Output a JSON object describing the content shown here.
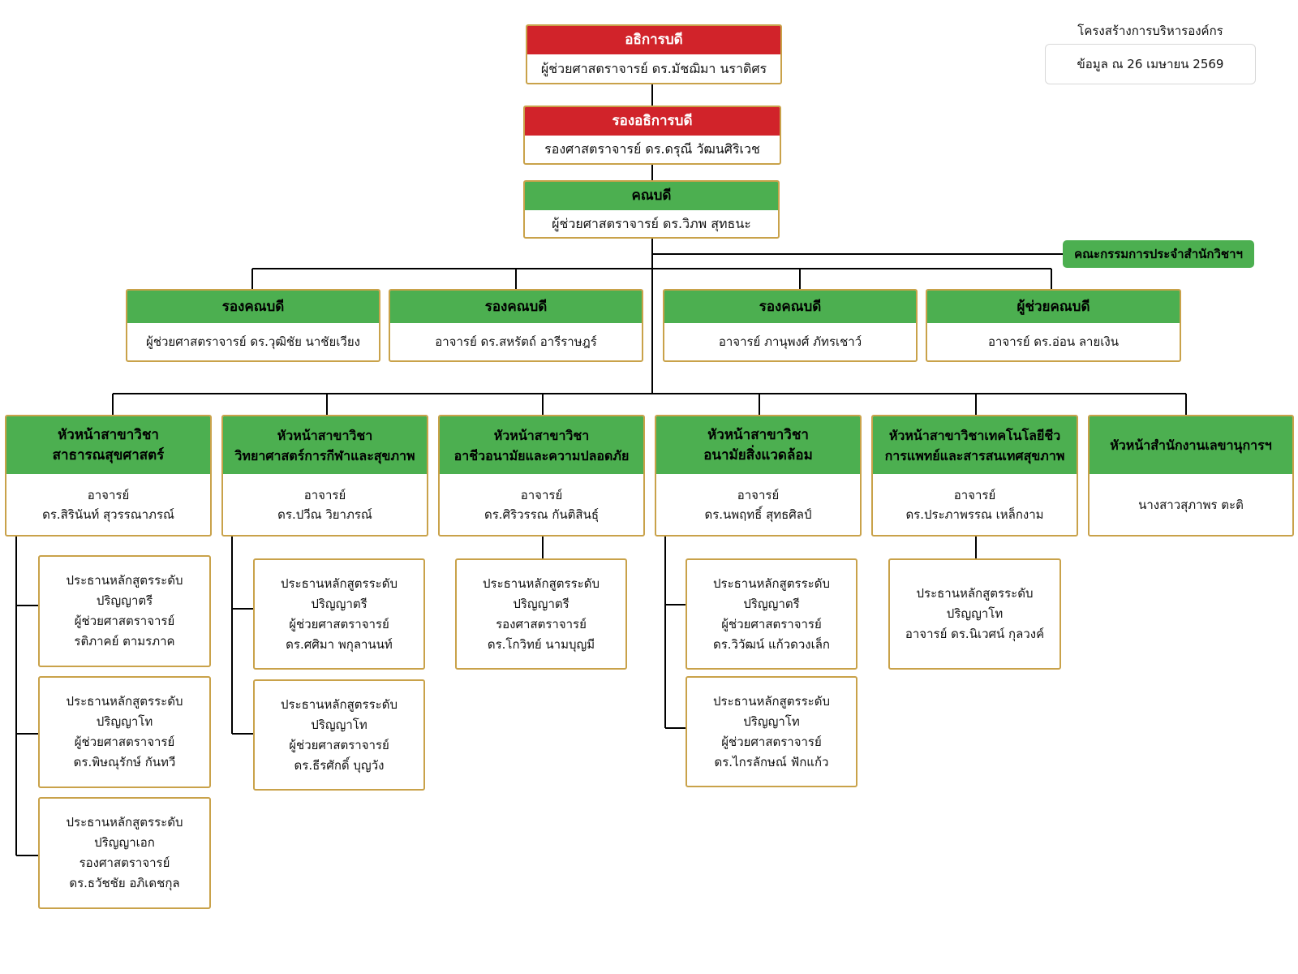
{
  "info": {
    "title": "โครงสร้างการบริหารองค์กร",
    "date": "ข้อมูล ณ 26 เมษายน 2569"
  },
  "top": [
    {
      "title": "อธิการบดี",
      "name": "ผู้ช่วยศาสตราจารย์ ดร.มัชฌิมา นราดิศร",
      "color": "#d1232a"
    },
    {
      "title": "รองอธิการบดี",
      "name": "รองศาสตราจารย์ ดร.ดรุณี วัฒนศิริเวช",
      "color": "#d1232a"
    },
    {
      "title": "คณบดี",
      "name": "ผู้ช่วยศาสตราจารย์ ดร.วิภพ สุทธนะ",
      "color": "#4caf50"
    }
  ],
  "committee": "คณะกรรมการประจำสำนักวิชาฯ",
  "deputies": [
    {
      "title": "รองคณบดี",
      "name": "ผู้ช่วยศาสตราจารย์ ดร.วุฒิชัย นาชัยเวียง"
    },
    {
      "title": "รองคณบดี",
      "name": "อาจารย์ ดร.สหรัตถ์ อารีราษฎร์"
    },
    {
      "title": "รองคณบดี",
      "name": "อาจารย์ ภานุพงศ์ ภัทรเชาว์"
    },
    {
      "title": "ผู้ช่วยคณบดี",
      "name": "อาจารย์ ดร.อ่อน ลายเงิน"
    }
  ],
  "heads": [
    {
      "title1": "หัวหน้าสาขาวิชา",
      "title2": "สาธารณสุขศาสตร์",
      "name1": "อาจารย์",
      "name2": "ดร.สิรินันท์ สุวรรณาภรณ์"
    },
    {
      "title1": "หัวหน้าสาขาวิชา",
      "title2": "วิทยาศาสตร์การกีฬาและสุขภาพ",
      "name1": "อาจารย์",
      "name2": "ดร.ปวีณ วิยาภรณ์"
    },
    {
      "title1": "หัวหน้าสาขาวิชา",
      "title2": "อาชีวอนามัยและความปลอดภัย",
      "name1": "อาจารย์",
      "name2": "ดร.ศิริวรรณ กันติสินธุ์"
    },
    {
      "title1": "หัวหน้าสาขาวิชา",
      "title2": "อนามัยสิ่งแวดล้อม",
      "name1": "อาจารย์",
      "name2": "ดร.นพฤทธิ์ สุทธศิลป์"
    },
    {
      "title1": "หัวหน้าสาขาวิชาเทคโนโลยีชีว",
      "title2": "การแพทย์และสารสนเทศสุขภาพ",
      "name1": "อาจารย์",
      "name2": "ดร.ประภาพรรณ เหล็กงาม"
    },
    {
      "title1": "หัวหน้าสำนักงานเลขานุการฯ",
      "title2": "",
      "name1": "นางสาวสุภาพร ตะติ",
      "name2": ""
    }
  ],
  "programs": [
    {
      "l1": "ประธานหลักสูตรระดับ",
      "l2": "ปริญญาตรี",
      "l3": "ผู้ช่วยศาสตราจารย์",
      "l4": "รติภาคย์ ตามรภาค"
    },
    {
      "l1": "ประธานหลักสูตรระดับ",
      "l2": "ปริญญาโท",
      "l3": "ผู้ช่วยศาสตราจารย์",
      "l4": "ดร.พิษณุรักษ์ กันทวี"
    },
    {
      "l1": "ประธานหลักสูตรระดับ",
      "l2": "ปริญญาเอก",
      "l3": "รองศาสตราจารย์",
      "l4": "ดร.ธวัชชัย อภิเดชกุล"
    },
    {
      "l1": "ประธานหลักสูตรระดับ",
      "l2": "ปริญญาตรี",
      "l3": "ผู้ช่วยศาสตราจารย์",
      "l4": "ดร.ศศิมา พกุลานนท์"
    },
    {
      "l1": "ประธานหลักสูตรระดับ",
      "l2": "ปริญญาโท",
      "l3": "ผู้ช่วยศาสตราจารย์",
      "l4": "ดร.ธีรศักดิ์ บุญวัง"
    },
    {
      "l1": "ประธานหลักสูตรระดับ",
      "l2": "ปริญญาตรี",
      "l3": "รองศาสตราจารย์",
      "l4": "ดร.โกวิทย์ นามบุญมี"
    },
    {
      "l1": "ประธานหลักสูตรระดับ",
      "l2": "ปริญญาตรี",
      "l3": "ผู้ช่วยศาสตราจารย์",
      "l4": "ดร.วิวัฒน์ แก้วดวงเล็ก"
    },
    {
      "l1": "ประธานหลักสูตรระดับ",
      "l2": "ปริญญาโท",
      "l3": "ผู้ช่วยศาสตราจารย์",
      "l4": "ดร.ไกรลักษณ์ ฟักแก้ว"
    },
    {
      "l1": "ประธานหลักสูตรระดับ",
      "l2": "ปริญญาโท",
      "l3": "อาจารย์ ดร.นิเวศน์ กุลวงค์",
      "l4": ""
    }
  ]
}
